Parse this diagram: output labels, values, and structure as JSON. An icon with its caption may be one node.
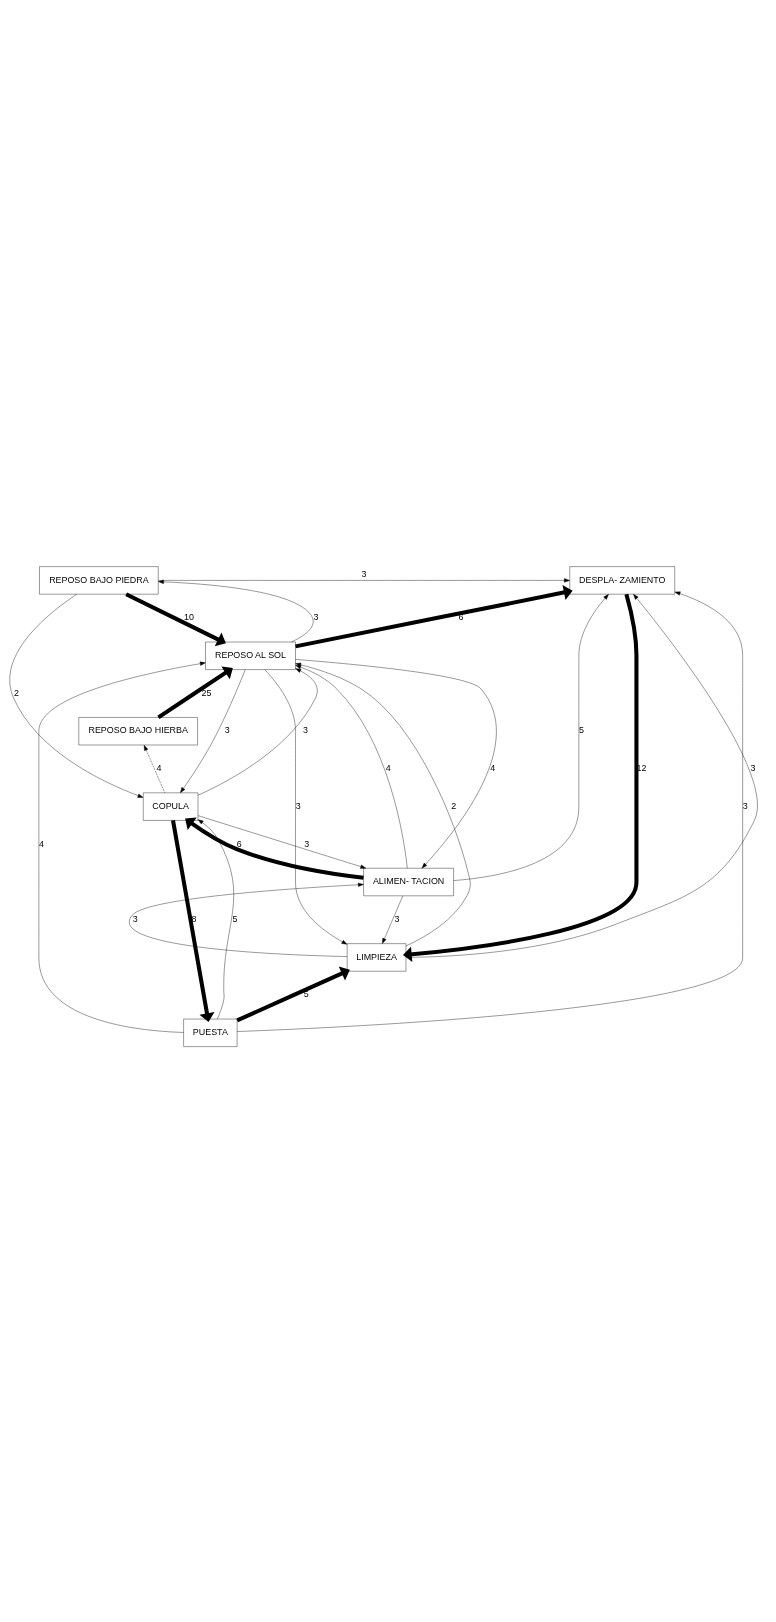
{
  "diagram": {
    "nodes": [
      {
        "text": [
          "DESPLA- ZAMIENTO"
        ]
      },
      {
        "text": [
          "REPOSO BAJO PIEDRA"
        ]
      },
      {
        "text": [
          "REPOSO AL SOL"
        ]
      },
      {
        "text": [
          "REPOSO BAJO HIERBA"
        ]
      },
      {
        "text": [
          "COPULA"
        ]
      },
      {
        "text": [
          "ALIMEN- TACION"
        ]
      },
      {
        "text": [
          "LIMPIEZA"
        ]
      },
      {
        "text": [
          "PUESTA"
        ]
      }
    ],
    "edges": [
      {
        "from": 1,
        "to": 0,
        "arrow": "to",
        "label": "3"
      },
      {
        "from": 2,
        "to": 0,
        "arrow": "to",
        "label": "6",
        "style": "thick"
      },
      {
        "from": 2,
        "to": 1,
        "arrow": "to",
        "label": "3"
      },
      {
        "from": 1,
        "to": 2,
        "arrow": "to",
        "label": "10",
        "style": "thick"
      },
      {
        "from": 1,
        "to": 4,
        "arrow": "to",
        "label": "2"
      },
      {
        "from": 3,
        "to": 2,
        "arrow": "to",
        "label": "25",
        "style": "thick"
      },
      {
        "from": 2,
        "to": 4,
        "arrow": "to",
        "label": "3"
      },
      {
        "from": 4,
        "to": 2,
        "arrow": "to",
        "label": "3"
      },
      {
        "from": 4,
        "to": 3,
        "arrow": "to",
        "label": "4",
        "style": "dashed"
      },
      {
        "from": 2,
        "to": 5,
        "arrow": "to",
        "label": "4"
      },
      {
        "from": 5,
        "to": 2,
        "arrow": "to",
        "label": "4"
      },
      {
        "from": 5,
        "to": 4,
        "arrow": "to",
        "label": "6",
        "style": "thick"
      },
      {
        "from": 4,
        "to": 5,
        "arrow": "to",
        "label": "3"
      },
      {
        "from": 0,
        "to": 6,
        "arrow": "to",
        "label": "12",
        "style": "thick"
      },
      {
        "from": 6,
        "to": 0,
        "arrow": "to",
        "label": "3"
      },
      {
        "from": 5,
        "to": 0,
        "arrow": "to",
        "label": "5"
      },
      {
        "from": 6,
        "to": 5,
        "arrow": "to",
        "label": "3"
      },
      {
        "from": 5,
        "to": 6,
        "arrow": "to",
        "label": "3"
      },
      {
        "from": 2,
        "to": 6,
        "arrow": "to",
        "label": "3"
      },
      {
        "from": 6,
        "to": 2,
        "arrow": "to",
        "label": "2"
      },
      {
        "from": 7,
        "to": 2,
        "arrow": "to",
        "label": "4"
      },
      {
        "from": 4,
        "to": 7,
        "arrow": "to",
        "label": "8",
        "style": "thick"
      },
      {
        "from": 7,
        "to": 4,
        "arrow": "to",
        "label": "5"
      },
      {
        "from": 7,
        "to": 6,
        "arrow": "to",
        "label": "5",
        "style": "thick"
      },
      {
        "from": 7,
        "to": 0,
        "arrow": "to",
        "label": "3"
      }
    ]
  }
}
